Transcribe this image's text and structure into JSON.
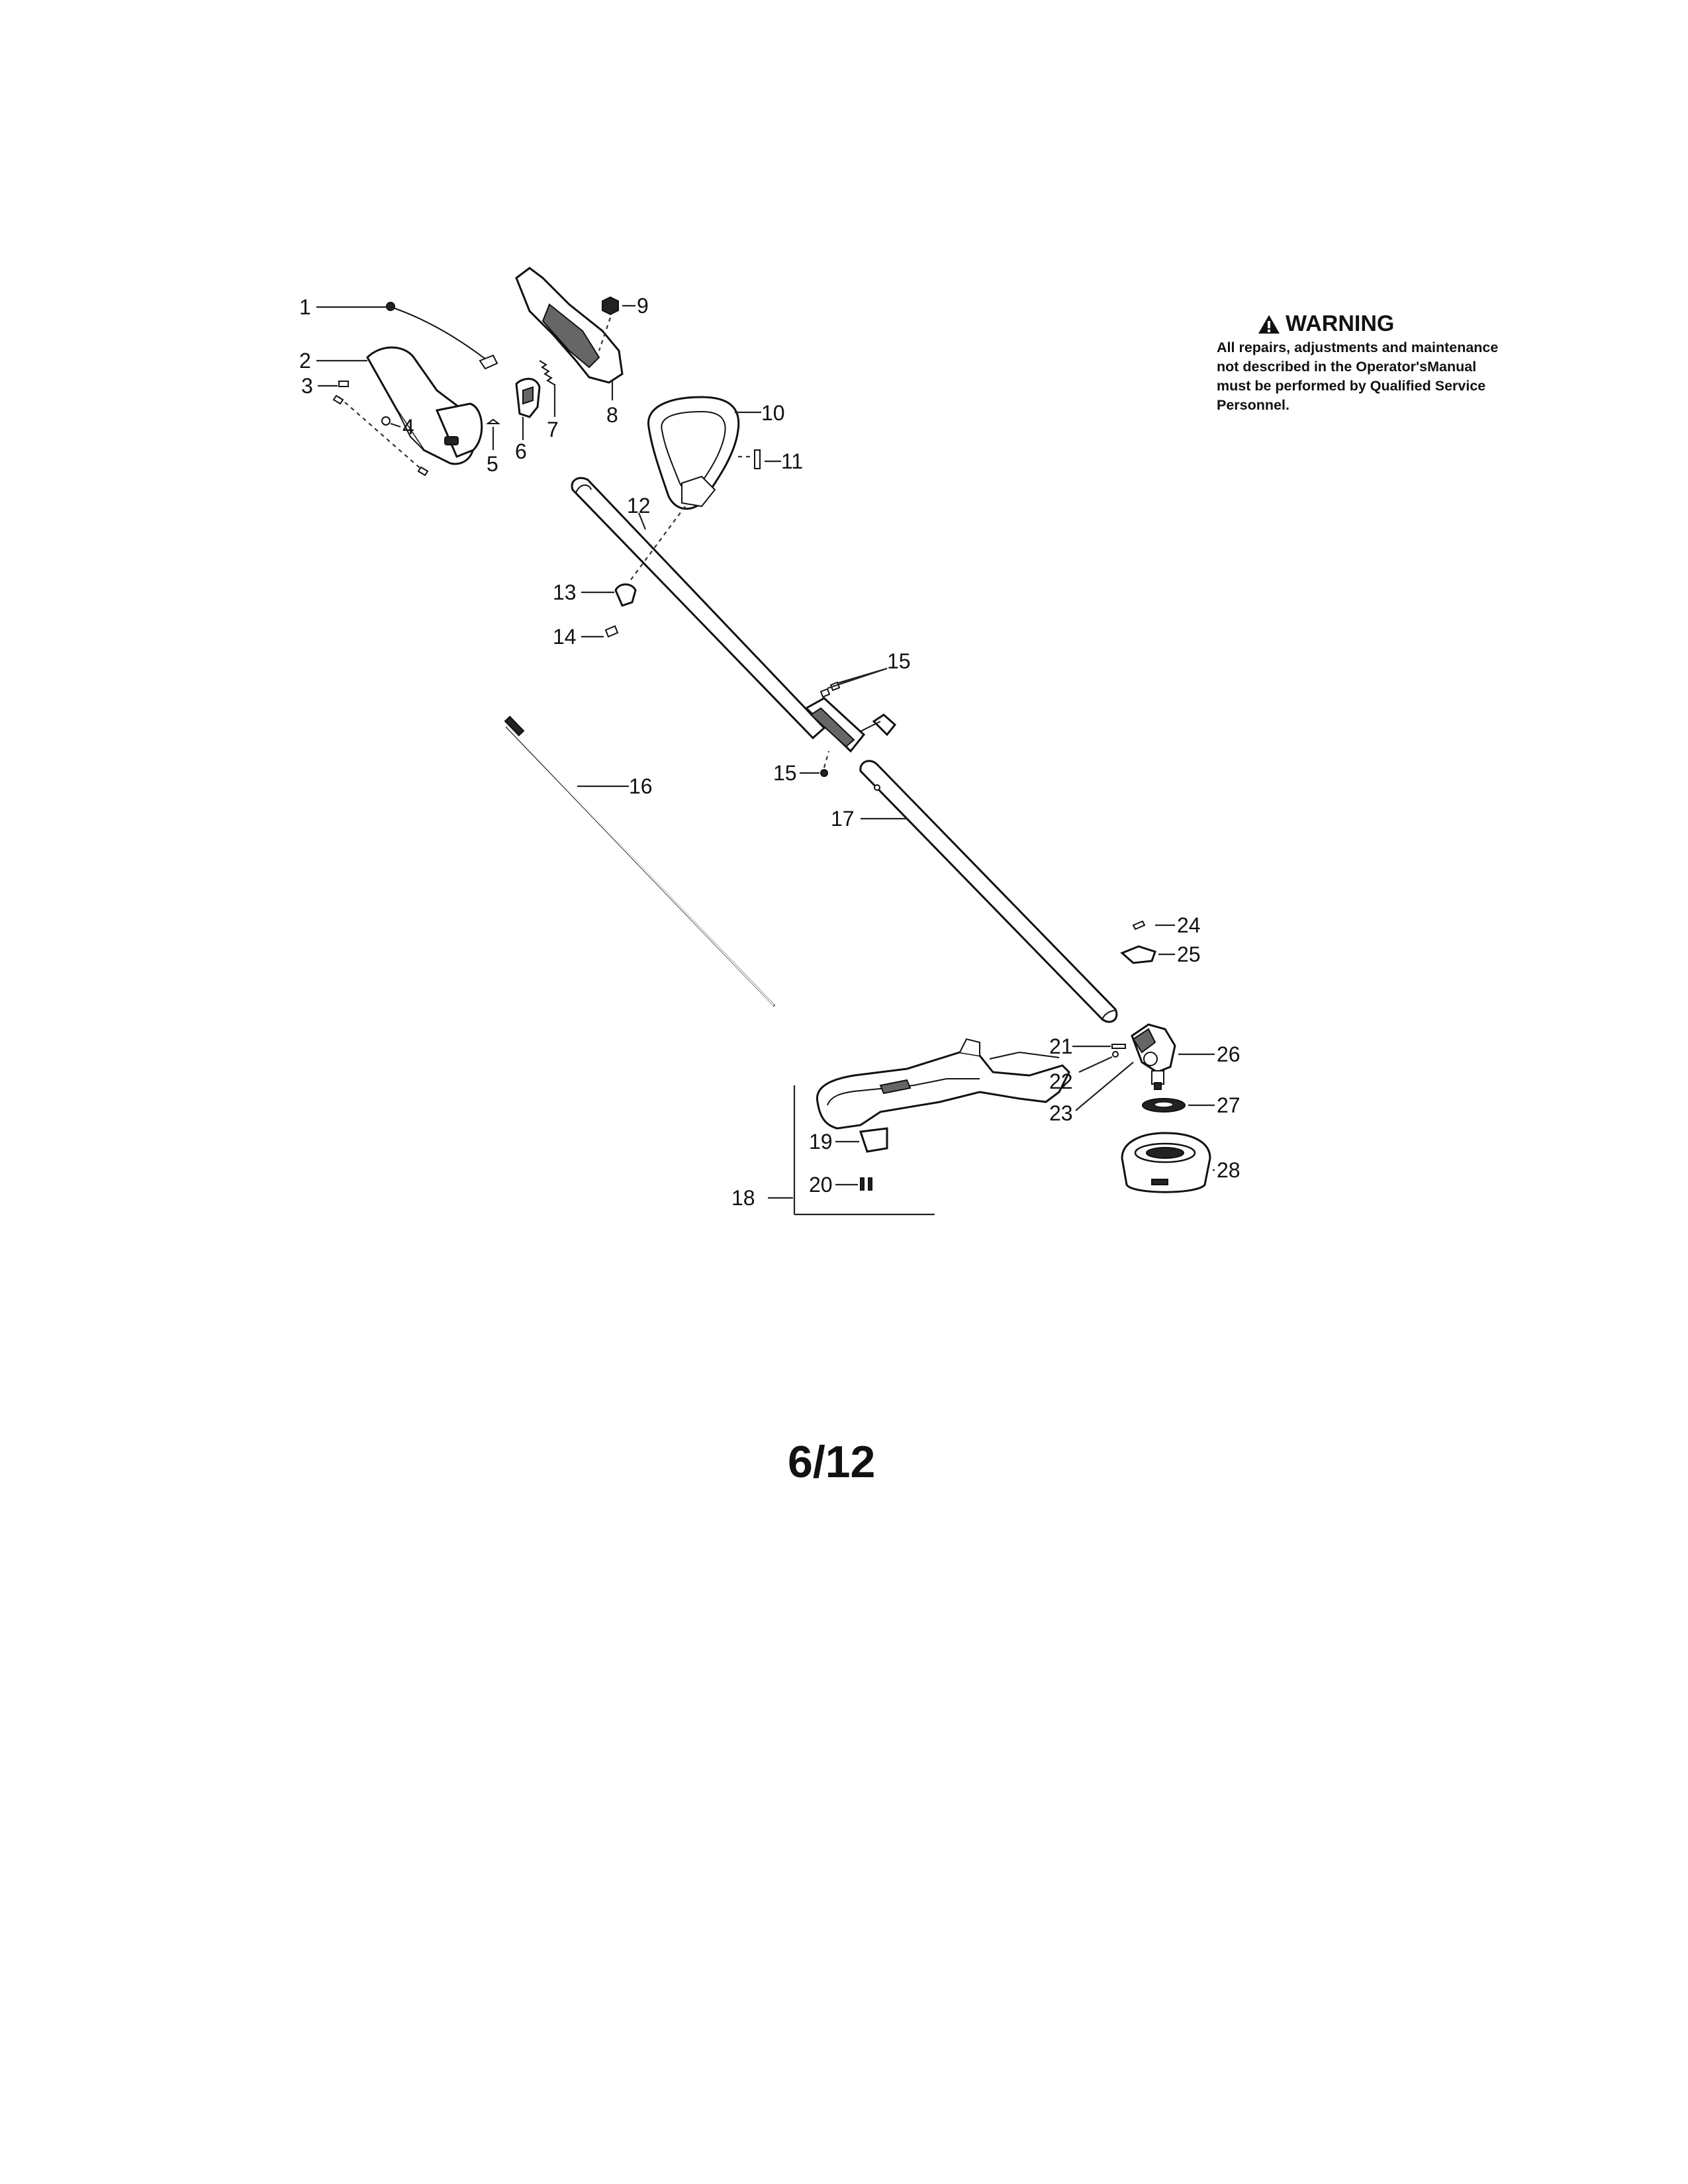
{
  "warning": {
    "title": "WARNING",
    "text": "All repairs, adjustments and maintenance not described in the Operator'sManual must be performed by Qualified Service Personnel."
  },
  "callouts": {
    "c1": "1",
    "c2": "2",
    "c3": "3",
    "c4": "4",
    "c5": "5",
    "c6": "6",
    "c7": "7",
    "c8": "8",
    "c9": "9",
    "c10": "10",
    "c11": "11",
    "c12": "12",
    "c13": "13",
    "c14": "14",
    "c15a": "15",
    "c15b": "15",
    "c16": "16",
    "c17": "17",
    "c18": "18",
    "c19": "19",
    "c20": "20",
    "c21": "21",
    "c22": "22",
    "c23": "23",
    "c24": "24",
    "c25": "25",
    "c26": "26",
    "c27": "27",
    "c28": "28"
  },
  "page_number": "6/12"
}
